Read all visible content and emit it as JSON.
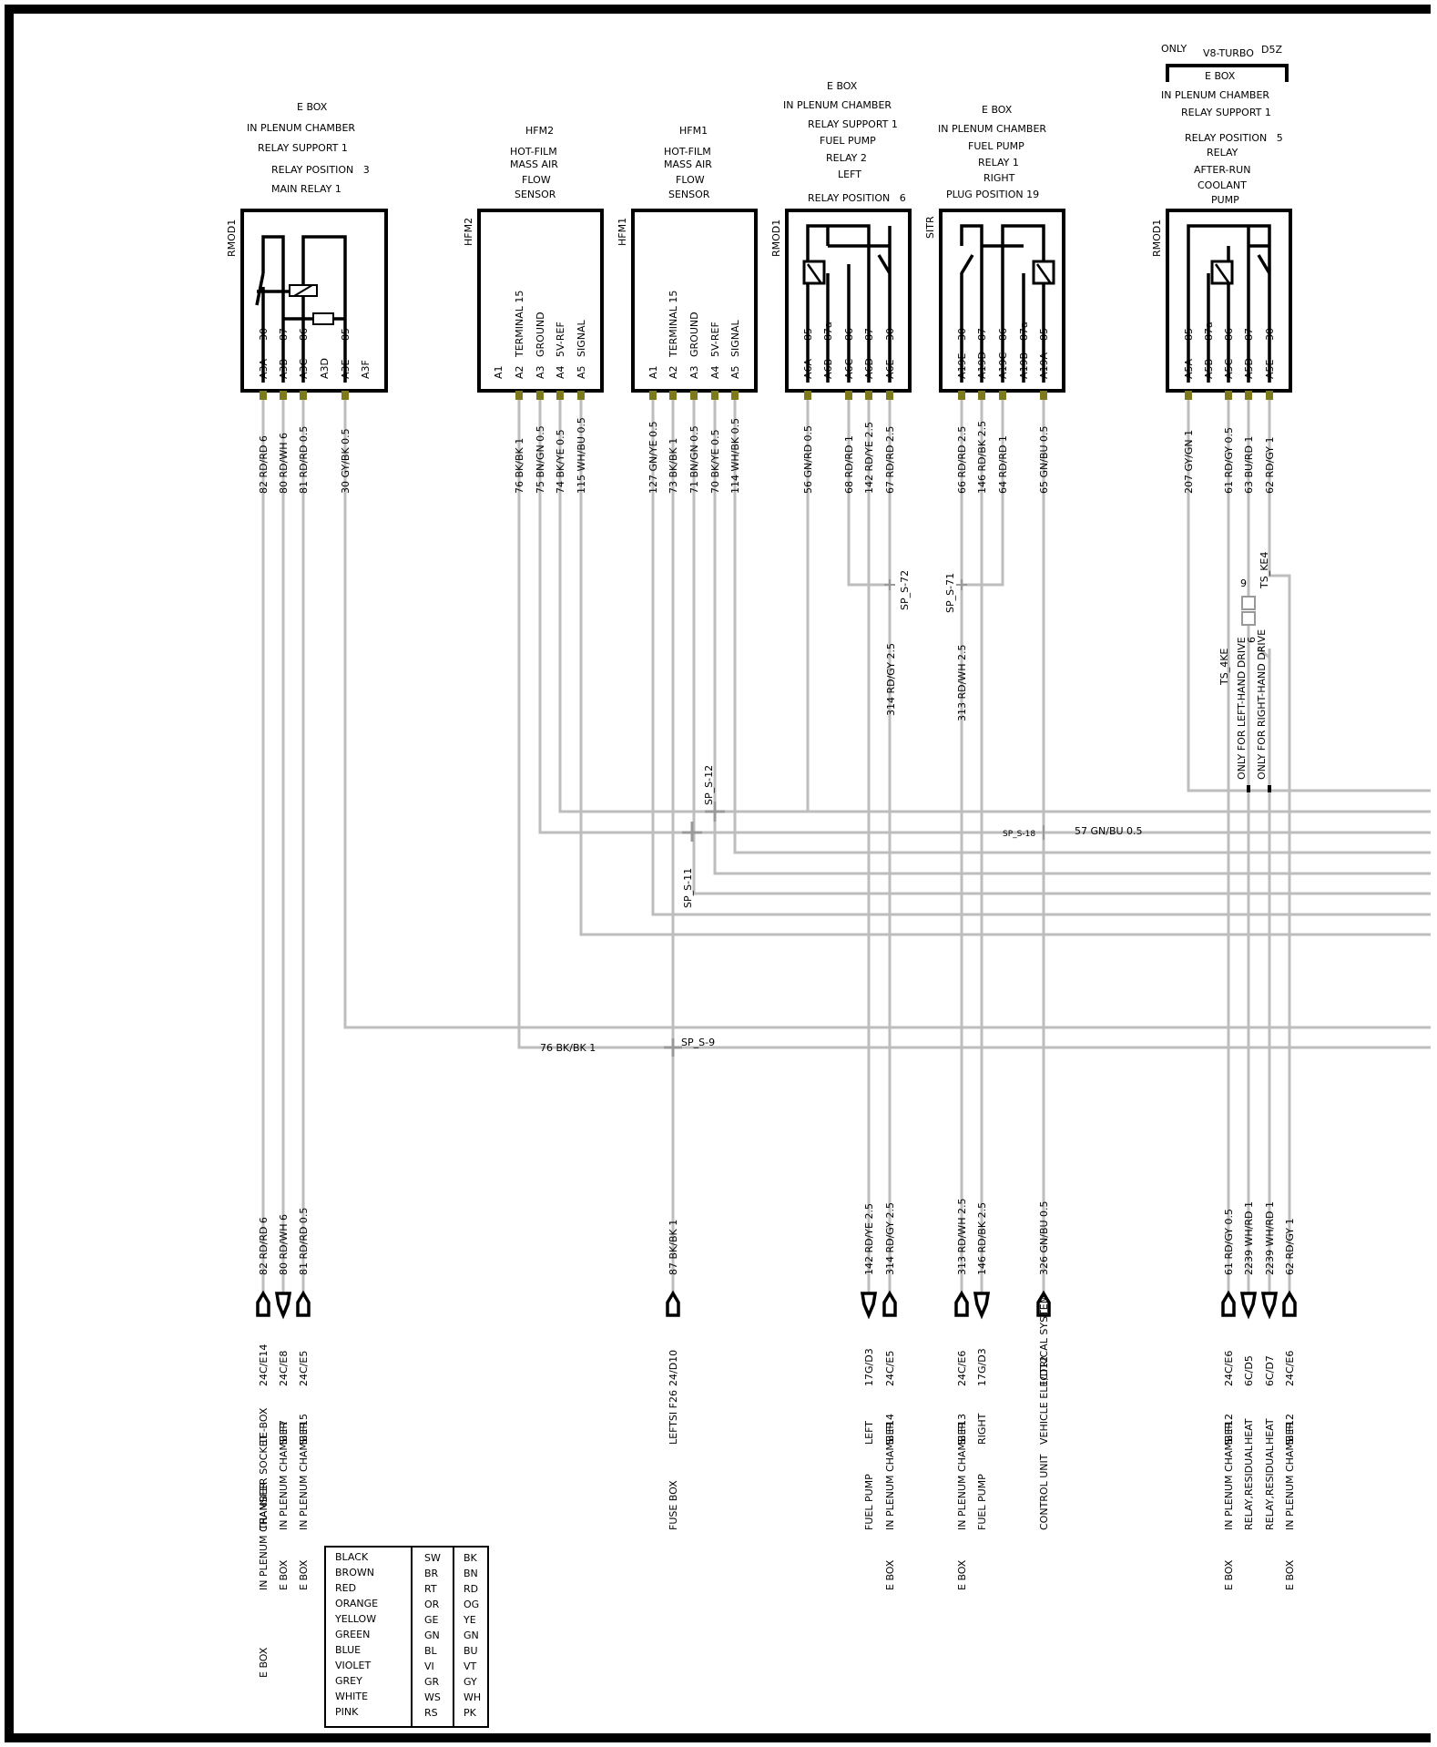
{
  "header_only": {
    "only": "ONLY",
    "variant": "V8-TURBO",
    "code": "D5Z"
  },
  "components": [
    {
      "id": "rmod1_main",
      "ref": "RMOD1",
      "title": [
        "E BOX",
        "IN PLENUM CHAMBER",
        "RELAY SUPPORT 1",
        "RELAY POSITION   3",
        "MAIN RELAY 1"
      ],
      "pins": [
        {
          "num": "A3A",
          "func": "30",
          "wire": "82 RD/RD 6"
        },
        {
          "num": "A3B",
          "func": "87",
          "wire": "80 RD/WH 6"
        },
        {
          "num": "A3C",
          "func": "86",
          "wire": "81 RD/RD 0.5"
        },
        {
          "num": "A3D",
          "func": "",
          "wire": ""
        },
        {
          "num": "A3E",
          "func": "85",
          "wire": "30 GY/BK 0.5"
        },
        {
          "num": "A3F",
          "func": "",
          "wire": ""
        }
      ]
    },
    {
      "id": "hfm2",
      "ref": "HFM2",
      "title": [
        "HFM2",
        "HOT-FILM",
        "MASS AIR",
        "FLOW",
        "SENSOR"
      ],
      "pins": [
        {
          "num": "A1",
          "func": "",
          "wire": ""
        },
        {
          "num": "A2",
          "func": "TERMINAL 15",
          "wire": "76 BK/BK 1"
        },
        {
          "num": "A3",
          "func": "GROUND",
          "wire": "75 BN/GN 0.5"
        },
        {
          "num": "A4",
          "func": "5V-REF",
          "wire": "74 BK/YE 0.5"
        },
        {
          "num": "A5",
          "func": "SIGNAL",
          "wire": "115 WH/BU 0.5"
        }
      ]
    },
    {
      "id": "hfm1",
      "ref": "HFM1",
      "title": [
        "HFM1",
        "HOT-FILM",
        "MASS AIR",
        "FLOW",
        "SENSOR"
      ],
      "pins": [
        {
          "num": "A1",
          "func": "",
          "wire": "127 GN/YE 0.5"
        },
        {
          "num": "A2",
          "func": "TERMINAL 15",
          "wire": "73 BK/BK 1"
        },
        {
          "num": "A3",
          "func": "GROUND",
          "wire": "71 BN/GN 0.5"
        },
        {
          "num": "A4",
          "func": "5V-REF",
          "wire": "70 BK/YE 0.5"
        },
        {
          "num": "A5",
          "func": "SIGNAL",
          "wire": "114 WH/BK 0.5"
        }
      ]
    },
    {
      "id": "rmod1_fuel",
      "ref": "RMOD1",
      "title": [
        "E BOX",
        "IN PLENUM CHAMBER",
        "RELAY SUPPORT 1",
        "FUEL PUMP",
        "RELAY 2",
        "LEFT",
        "RELAY POSITION   6"
      ],
      "pins": [
        {
          "num": "A6A",
          "func": "85",
          "wire": "56 GN/RD 0.5"
        },
        {
          "num": "A6B",
          "func": "87a",
          "wire": ""
        },
        {
          "num": "A6C",
          "func": "86",
          "wire": "68 RD/RD 1"
        },
        {
          "num": "A6D",
          "func": "87",
          "wire": "142 RD/YE 2.5"
        },
        {
          "num": "A6E",
          "func": "30",
          "wire": "67 RD/RD 2.5"
        }
      ]
    },
    {
      "id": "sitr",
      "ref": "SITR",
      "title": [
        "E BOX",
        "IN PLENUM CHAMBER",
        "FUEL PUMP",
        "RELAY 1",
        "RIGHT",
        "PLUG POSITION 19"
      ],
      "pins": [
        {
          "num": "A19E",
          "func": "30",
          "wire": "66 RD/RD 2.5"
        },
        {
          "num": "A19D",
          "func": "87",
          "wire": "146 RD/BK 2.5"
        },
        {
          "num": "A19C",
          "func": "86",
          "wire": "64 RD/RD 1"
        },
        {
          "num": "A19B",
          "func": "87a",
          "wire": ""
        },
        {
          "num": "A19A",
          "func": "85",
          "wire": "65 GN/BU 0.5"
        }
      ]
    },
    {
      "id": "rmod1_afterrun",
      "ref": "RMOD1",
      "title": [
        "E BOX",
        "IN PLENUM CHAMBER",
        "RELAY SUPPORT 1",
        "RELAY POSITION   5",
        "RELAY",
        "AFTER-RUN",
        "COOLANT",
        "PUMP"
      ],
      "pins": [
        {
          "num": "A5A",
          "func": "85",
          "wire": "207 GY/GN 1"
        },
        {
          "num": "A5B",
          "func": "87a",
          "wire": ""
        },
        {
          "num": "A5C",
          "func": "86",
          "wire": "61 RD/GY 0.5"
        },
        {
          "num": "A5D",
          "func": "87",
          "wire": "63 BU/RD 1"
        },
        {
          "num": "A5E",
          "func": "30",
          "wire": "62 RD/GY 1"
        }
      ]
    }
  ],
  "splices": {
    "sp_s72": "SP_S-72",
    "sp_s71": "SP_S-71",
    "sp_s12": "SP_S-12",
    "sp_s11": "SP_S-11",
    "sp_s18": "SP_S-18",
    "sp_s18_wire": "57 GN/BU 0.5",
    "sp_s9": "SP_S-9",
    "sp_s9_wire": "76 BK/BK 1",
    "wire_314": "314 RD/GY 2.5",
    "wire_313": "313 RD/WH 2.5",
    "ts_ke4": "TS_KE4",
    "ts_4ke": "TS_4KE",
    "pin9a": "9",
    "pin9b": "9",
    "lhd": "ONLY FOR LEFT-HAND DRIVE",
    "rhd": "ONLY FOR RIGHT-HAND DRIVE"
  },
  "bottom_terminals": [
    {
      "wire": "82 RD/RD 6",
      "loc": "24C/E14",
      "dest": [
        "1E-BOX",
        "TRANSFER SOCKET",
        "IN PLENUM CHAMBER",
        "E BOX"
      ]
    },
    {
      "wire": "80 RD/WH 6",
      "loc": "24C/E8",
      "dest": [
        "SI F7",
        "IN PLENUM CHAMBER",
        "E BOX"
      ]
    },
    {
      "wire": "81 RD/RD 0.5",
      "loc": "24C/E5",
      "dest": [
        "SI F15",
        "IN PLENUM CHAMBER",
        "E BOX"
      ]
    },
    {
      "wire": "87 BK/BK 1",
      "loc": "24/D10",
      "dest": [
        "LEFTSI F26",
        "FUSE BOX"
      ]
    },
    {
      "wire": "142 RD/YE 2.5",
      "loc": "17G/D3",
      "dest": [
        "LEFT",
        "FUEL PUMP"
      ]
    },
    {
      "wire": "314 RD/GY 2.5",
      "loc": "24C/E5",
      "dest": [
        "SI F14",
        "IN PLENUM CHAMBER",
        "E BOX"
      ]
    },
    {
      "wire": "313 RD/WH 2.5",
      "loc": "24C/E6",
      "dest": [
        "SI F13",
        "IN PLENUM CHAMBER",
        "E BOX"
      ]
    },
    {
      "wire": "146 RD/BK 2.5",
      "loc": "17G/D3",
      "dest": [
        "RIGHT",
        "FUEL PUMP"
      ]
    },
    {
      "wire": "326 GN/BU 0.5",
      "loc": "1/D12",
      "dest": [
        "VEHICLE ELECTRICAL SYSTEM",
        "CONTROL UNIT"
      ]
    },
    {
      "wire": "61 RD/GY 0.5",
      "loc": "24C/E6",
      "dest": [
        "SI F12",
        "IN PLENUM CHAMBER",
        "E BOX"
      ]
    },
    {
      "wire": "2239 WH/RD 1",
      "loc": "6C/D5",
      "dest": [
        "HEAT",
        "RELAY,RESIDUAL"
      ]
    },
    {
      "wire": "2239 WH/RD 1",
      "loc": "6C/D7",
      "dest": [
        "HEAT",
        "RELAY,RESIDUAL"
      ]
    },
    {
      "wire": "62 RD/GY 1",
      "loc": "24C/E6",
      "dest": [
        "SI F12",
        "IN PLENUM CHAMBER",
        "E BOX"
      ]
    }
  ],
  "color_legend": [
    {
      "name": "BLACK",
      "de": "SW",
      "code": "BK"
    },
    {
      "name": "BROWN",
      "de": "BR",
      "code": "BN"
    },
    {
      "name": "RED",
      "de": "RT",
      "code": "RD"
    },
    {
      "name": "ORANGE",
      "de": "OR",
      "code": "OG"
    },
    {
      "name": "YELLOW",
      "de": "GE",
      "code": "YE"
    },
    {
      "name": "GREEN",
      "de": "GN",
      "code": "GN"
    },
    {
      "name": "BLUE",
      "de": "BL",
      "code": "BU"
    },
    {
      "name": "VIOLET",
      "de": "VI",
      "code": "VT"
    },
    {
      "name": "GREY",
      "de": "GR",
      "code": "GY"
    },
    {
      "name": "WHITE",
      "de": "WS",
      "code": "WH"
    },
    {
      "name": "PINK",
      "de": "RS",
      "code": "PK"
    }
  ]
}
